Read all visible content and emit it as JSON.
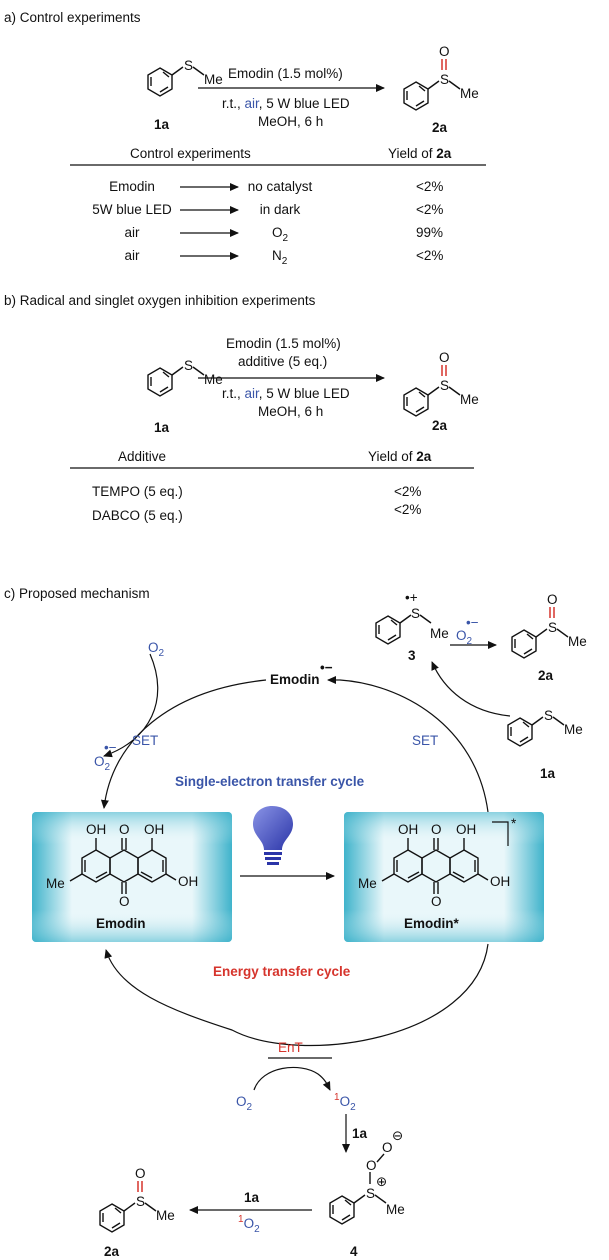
{
  "section_a": {
    "heading": "a) Control experiments",
    "reagent_top": "Emodin (1.5 mol%)",
    "cond_1_pre": "r.t., ",
    "cond_1_air": "air",
    "cond_1_post": ", 5 W blue LED",
    "cond_2": "MeOH, 6 h",
    "sm_label": "1a",
    "prod_label": "2a",
    "s_atom": "S",
    "me": "Me",
    "o_atom": "O",
    "table": {
      "col1": "Control experiments",
      "col2_pre": "Yield of ",
      "col2_bold": "2a",
      "rows": [
        {
          "from": "Emodin",
          "to": "no catalyst",
          "to_sub": "",
          "yield": "<2%"
        },
        {
          "from": "5W blue LED",
          "to": "in dark",
          "to_sub": "",
          "yield": "<2%"
        },
        {
          "from": "air",
          "to": "O",
          "to_sub": "2",
          "yield": "99%"
        },
        {
          "from": "air",
          "to": "N",
          "to_sub": "2",
          "yield": "<2%"
        }
      ]
    }
  },
  "section_b": {
    "heading": "b) Radical and singlet oxygen inhibition experiments",
    "reagent_top1": "Emodin (1.5 mol%)",
    "reagent_top2": "additive (5 eq.)",
    "cond_1_pre": "r.t., ",
    "cond_1_air": "air",
    "cond_1_post": ", 5 W blue LED",
    "cond_2": "MeOH, 6 h",
    "sm_label": "1a",
    "prod_label": "2a",
    "table": {
      "col1": "Additive",
      "col2_pre": "Yield of ",
      "col2_bold": "2a",
      "rows": [
        {
          "additive": "TEMPO (5 eq.)",
          "yield": "<2%"
        },
        {
          "additive": "DABCO (5 eq.)",
          "yield": "<2%"
        }
      ]
    }
  },
  "section_c": {
    "heading": "c) Proposed mechanism",
    "emodin_radical": "Emodin",
    "radical_anion_mark": "•−",
    "radical_cation_mark": "•+",
    "o2": "O",
    "o2_sub": "2",
    "set_left": "SET",
    "set_right": "SET",
    "set_cycle": "Single-electron transfer cycle",
    "ent_cycle": "Energy transfer cycle",
    "ent": "EnT",
    "emodin": "Emodin",
    "emodin_star": "Emodin*",
    "star": "*",
    "oh": "OH",
    "me": "Me",
    "o": "O",
    "label_3": "3",
    "label_2a": "2a",
    "label_1a": "1a",
    "label_4": "4",
    "singlet_sup": "1",
    "plus": "⊕",
    "minus": "⊖",
    "colors": {
      "blue": "#3a55a8",
      "red": "#d6342c",
      "box": "#5bbfd3"
    }
  }
}
